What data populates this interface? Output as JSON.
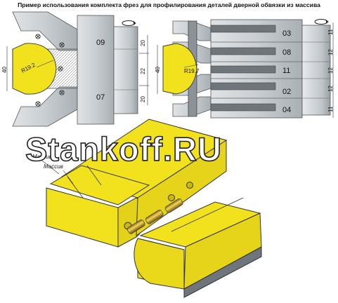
{
  "title": "Пример использования комплекта фрез для профилирования деталей дверной обвязки из массива",
  "left_assembly": {
    "labels": [
      "09",
      "07"
    ],
    "dims": [
      "20",
      "22",
      "20"
    ],
    "height": "40",
    "radius": "R19.2"
  },
  "right_assembly": {
    "labels": [
      "03",
      "08",
      "11",
      "02",
      "04"
    ],
    "dims": [
      "11",
      "12",
      "12",
      "12",
      "11"
    ],
    "height": "40",
    "radius": "R19.7"
  },
  "workpiece": {
    "part_label": "Массив",
    "part_label_2": "Массив"
  },
  "watermark": "Stankoff.RU",
  "colors": {
    "yellow": "#f2e21d",
    "steel": "#b0b7bc",
    "dark": "#555b60"
  }
}
